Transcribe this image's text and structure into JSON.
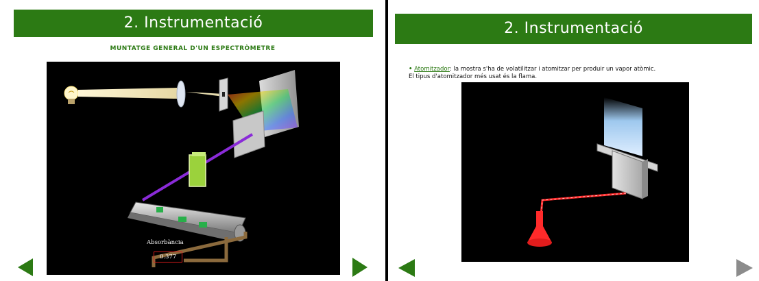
{
  "left_slide": {
    "title": "2. Instrumentació",
    "subtitle": "MUNTATGE GENERAL D'UN ESPECTRÒMETRE",
    "diagram": {
      "absorbance_label": "Absorbància",
      "absorbance_value": "0.377"
    }
  },
  "right_slide": {
    "title": "2. Instrumentació",
    "description": {
      "bullet": "•",
      "link": "Atomitzador",
      "text_1": ": la mostra s'ha de volatilitzar i atomitzar per produir un vapor atòmic.",
      "text_2": "El tipus d'atomitzador més usat és la flama."
    }
  },
  "navigation": {
    "left_prev": "previous-arrow",
    "left_next": "next-arrow",
    "right_prev": "previous-arrow",
    "right_next": "next-arrow-disabled"
  },
  "colors": {
    "accent": "#2c7a14",
    "flame_red": "#ff2a2a",
    "disabled_arrow": "#8c8c8c"
  }
}
